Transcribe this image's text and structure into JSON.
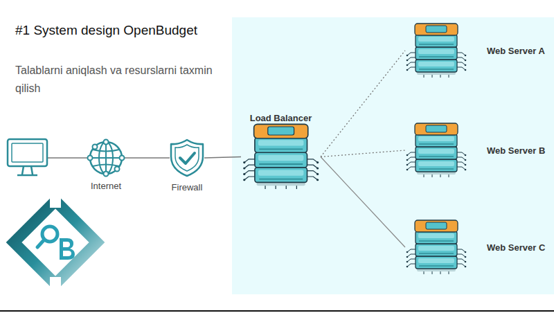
{
  "diagram": {
    "title": "#1 System design OpenBudget",
    "nodes": [
      {
        "text": [
          "Internet"
        ]
      },
      {
        "text": [
          "Firewall"
        ]
      },
      {
        "text": [
          "Load Balancer"
        ]
      },
      {
        "text": [
          "Web Server A"
        ]
      },
      {
        "text": [
          "Web Server B"
        ]
      },
      {
        "text": [
          "Web Server C"
        ]
      }
    ],
    "edges": [
      {
        "from": 0,
        "to": 1,
        "arrow": "none"
      },
      {
        "from": 1,
        "to": 2,
        "arrow": "none"
      },
      {
        "from": 2,
        "to": 3,
        "arrow": "none"
      },
      {
        "from": 2,
        "to": 4,
        "arrow": "none"
      },
      {
        "from": 2,
        "to": 5,
        "arrow": "none"
      }
    ],
    "labels": [
      "Talablarni aniqlash va resurslarni taxmin qilish"
    ]
  }
}
